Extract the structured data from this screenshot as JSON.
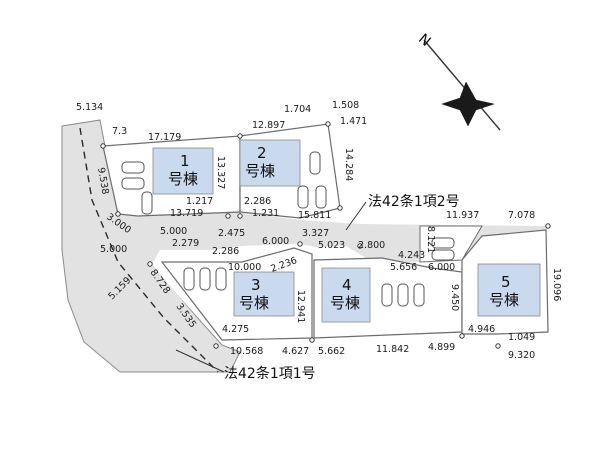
{
  "north": {
    "label": "N"
  },
  "road_labels": {
    "road_1": "法42条1項1号",
    "road_2": "法42条1項2号"
  },
  "lots": [
    {
      "num": "1",
      "label": "号棟"
    },
    {
      "num": "2",
      "label": "号棟"
    },
    {
      "num": "3",
      "label": "号棟"
    },
    {
      "num": "4",
      "label": "号棟"
    },
    {
      "num": "5",
      "label": "号棟"
    }
  ],
  "dimensions": {
    "d_5134": "5.134",
    "d_7_3": "7.3",
    "d_17179": "17.179",
    "d_12897": "12.897",
    "d_1704": "1.704",
    "d_1508": "1.508",
    "d_1471": "1.471",
    "d_14284": "14.284",
    "d_13327": "13.327",
    "d_9538": "9.538",
    "d_1217": "1.217",
    "d_2286a": "2.286",
    "d_1231": "1.231",
    "d_13719": "13.719",
    "d_15811": "15.811",
    "d_3000": "3.000",
    "d_5000a": "5.000",
    "d_5000b": "5.000",
    "d_2279": "2.279",
    "d_2475": "2.475",
    "d_2286b": "2.286",
    "d_6000a": "6.000",
    "d_3327": "3.327",
    "d_5023": "5.023",
    "d_2800": "2.800",
    "d_11937": "11.937",
    "d_7078": "7.078",
    "d_8121": "8.121",
    "d_4243": "4.243",
    "d_5656": "5.656",
    "d_6000b": "6.000",
    "d_10000": "10.000",
    "d_2236": "2.236",
    "d_19096": "19.096",
    "d_5159": "5.159",
    "d_8728": "8.728",
    "d_3535": "3.535",
    "d_12941": "12.941",
    "d_9450": "9.450",
    "d_4275": "4.275",
    "d_4946": "4.946",
    "d_1049": "1.049",
    "d_10568": "10.568",
    "d_4627": "4.627",
    "d_5662": "5.662",
    "d_11842": "11.842",
    "d_4899": "4.899",
    "d_9320": "9.320"
  },
  "colors": {
    "road_fill": "#e2e2e2",
    "lot_fill": "#ffffff",
    "building_fill": "#c9d9ee",
    "outline": "#6c6c6c",
    "text": "#1a1a1a"
  }
}
